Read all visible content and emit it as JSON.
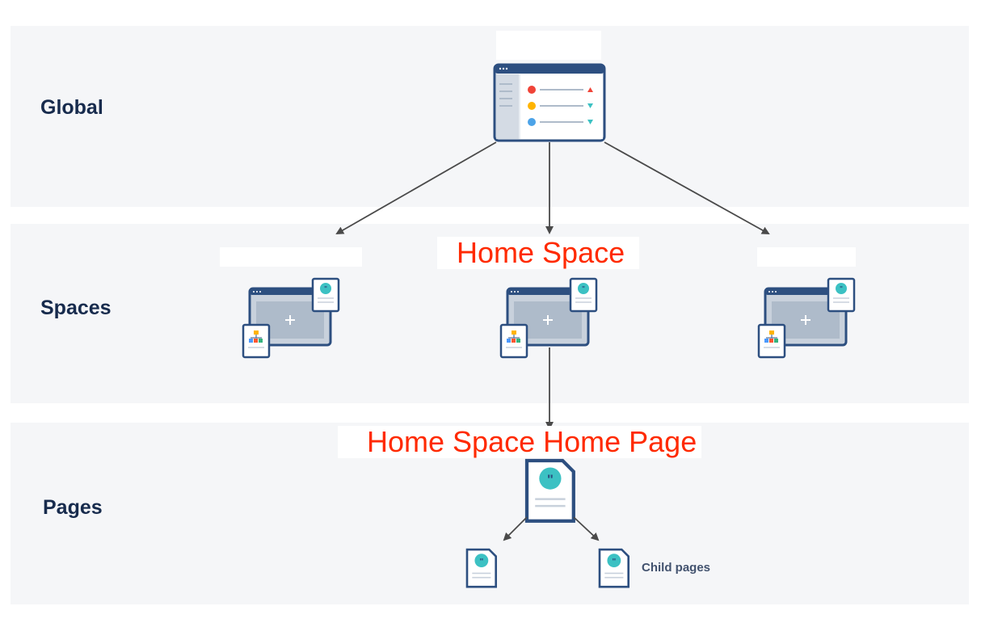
{
  "rows": {
    "global": "Global",
    "spaces": "Spaces",
    "pages": "Pages"
  },
  "labels": {
    "home_space": "Home Space",
    "home_page": "Home Space Home Page",
    "child_pages": "Child pages"
  },
  "colors": {
    "band": "#f5f6f8",
    "accent_blue": "#2d4f80",
    "teal": "#3cc1c3",
    "annotation_red": "#ff2a00"
  }
}
